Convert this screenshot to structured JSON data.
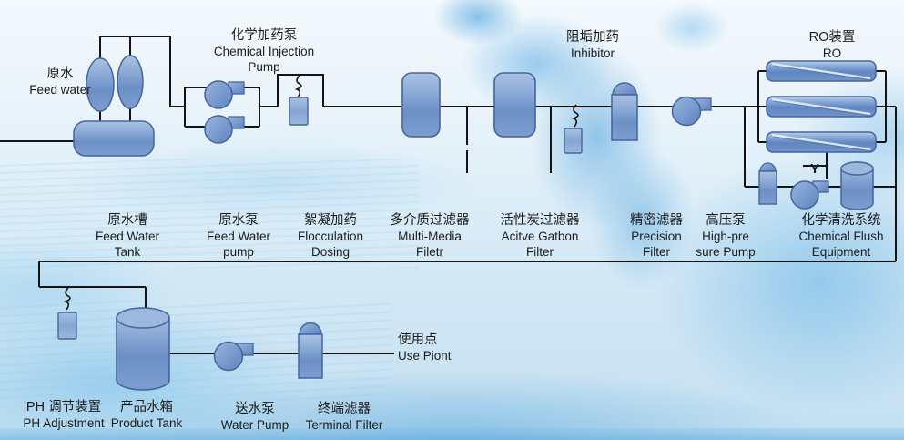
{
  "diagram": {
    "top": {
      "feed_water": {
        "cn": "原水",
        "en": "Feed water"
      },
      "chem_pump": {
        "cn": "化学加药泵",
        "en1": "Chemical Injection",
        "en2": "Pump"
      },
      "inhibitor": {
        "cn": "阻垢加药",
        "en": "Inhibitor"
      },
      "ro": {
        "cn": "RO装置",
        "en": "RO"
      }
    },
    "row": {
      "feed_water_tank": {
        "cn": "原水槽",
        "en1": "Feed Water",
        "en2": "Tank"
      },
      "feed_water_pump": {
        "cn": "原水泵",
        "en1": "Feed Water",
        "en2": "pump"
      },
      "flocculation": {
        "cn": "絮凝加药",
        "en1": "Flocculation",
        "en2": "Dosing"
      },
      "multi_media": {
        "cn": "多介质过滤器",
        "en1": "Multi-Media",
        "en2": "Filetr"
      },
      "carbon": {
        "cn": "活性炭过滤器",
        "en1": "Acitve Gatbon",
        "en2": "Filter"
      },
      "precision": {
        "cn": "精密滤器",
        "en1": "Precision",
        "en2": "Filter"
      },
      "high_pressure": {
        "cn": "高压泵",
        "en1": "High-pre",
        "en2": "sure Pump"
      },
      "chemical_flush": {
        "cn": "化学清洗系统",
        "en1": "Chemical Flush",
        "en2": "Equipment"
      }
    },
    "bottom": {
      "ph": {
        "cn": "PH  调节装置",
        "en": "PH Adjustment"
      },
      "product_tank": {
        "cn": "产品水箱",
        "en": "Product Tank"
      },
      "water_pump": {
        "cn": "送水泵",
        "en": "Water Pump"
      },
      "terminal_filter": {
        "cn": "终端滤器",
        "en": "Terminal Filter"
      },
      "use_point": {
        "cn": "使用点",
        "en": "Use Piont"
      }
    },
    "markers": {
      "y_branch": "Y"
    },
    "colors": {
      "equipment_fill": "#6b90c6",
      "equipment_border": "#46659c",
      "pipe": "#141414",
      "background_splash": "#6ab5e5"
    }
  }
}
